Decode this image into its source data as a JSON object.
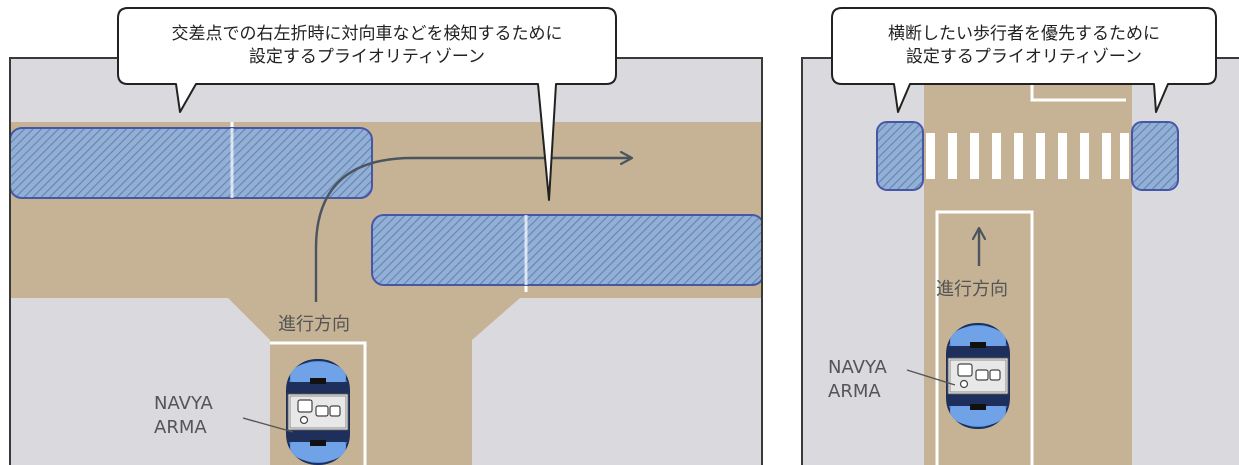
{
  "left_panel": {
    "callout": "交差点での右左折時に対向車などを検知するために\n設定するプライオリティゾーン",
    "direction_label": "進行方向",
    "vehicle_label": "NAVYA\nARMA"
  },
  "right_panel": {
    "callout": "横断したい歩行者を優先するために\n設定するプライオリティゾーン",
    "direction_label": "進行方向",
    "vehicle_label": "NAVYA\nARMA"
  },
  "colors": {
    "ground": "#d9d9de",
    "road": "#c6b396",
    "zone_fill": "#8aa9cf",
    "zone_hatch": "#5a7fb0",
    "zone_stroke": "#4757a8",
    "frame": "#3a3a3a",
    "arrow": "#4a5560",
    "vehicle_blue": "#5b8fd6",
    "vehicle_dark": "#1d2f5a"
  }
}
